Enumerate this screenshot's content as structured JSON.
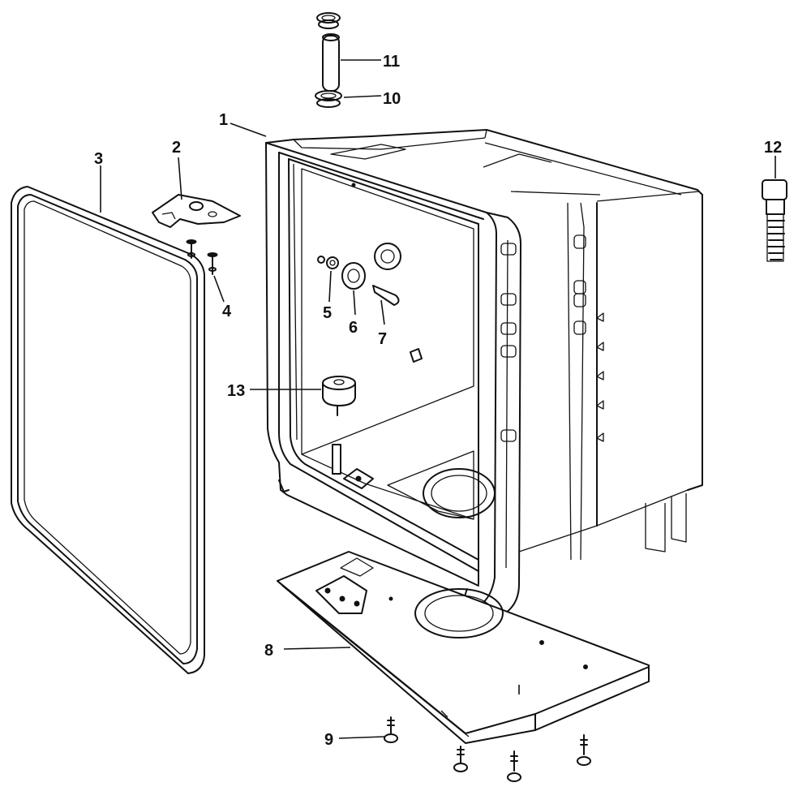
{
  "callouts": [
    {
      "id": "p1",
      "label": "1"
    },
    {
      "id": "p2",
      "label": "2"
    },
    {
      "id": "p3",
      "label": "3"
    },
    {
      "id": "p4",
      "label": "4"
    },
    {
      "id": "p5",
      "label": "5"
    },
    {
      "id": "p6",
      "label": "6"
    },
    {
      "id": "p7",
      "label": "7"
    },
    {
      "id": "p8",
      "label": "8"
    },
    {
      "id": "p9",
      "label": "9"
    },
    {
      "id": "p10",
      "label": "10"
    },
    {
      "id": "p11",
      "label": "11"
    },
    {
      "id": "p12",
      "label": "12"
    },
    {
      "id": "p13",
      "label": "13"
    }
  ]
}
